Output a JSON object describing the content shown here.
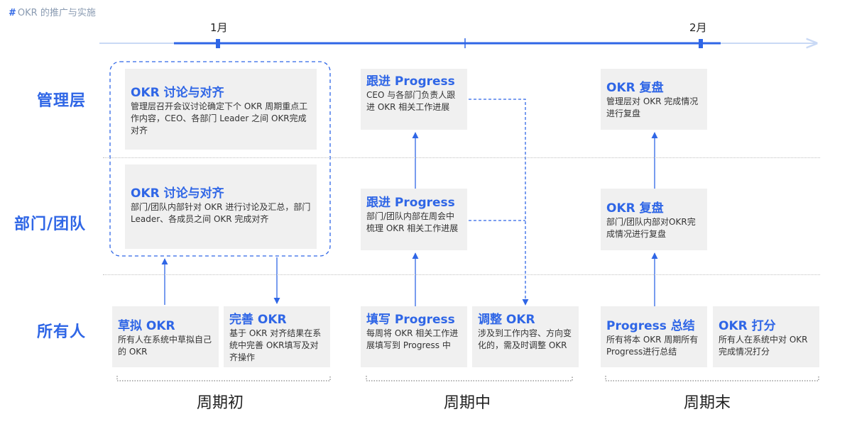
{
  "doc_title": {
    "hash": "#",
    "text": "OKR 的推广与实施"
  },
  "timeline": {
    "months": [
      "1月",
      "2月"
    ]
  },
  "rows": {
    "management": "管理层",
    "dept": "部门/团队",
    "everyone": "所有人"
  },
  "cards": {
    "mgmt_align": {
      "title": "OKR 讨论与对齐",
      "body": "管理层召开会议讨论确定下个 OKR 周期重点工作内容，CEO、各部门 Leader 之间 OKR完成对齐"
    },
    "dept_align": {
      "title": "OKR 讨论与对齐",
      "body": "部门/团队内部针对 OKR 进行讨论及汇总，部门Leader、各成员之间 OKR 完成对齐"
    },
    "draft": {
      "title": "草拟 OKR",
      "body": "所有人在系统中草拟自己的 OKR"
    },
    "refine": {
      "title": "完善 OKR",
      "body": "基于 OKR 对齐结果在系统中完善 OKR填写及对齐操作"
    },
    "mgmt_progress": {
      "title": "跟进 Progress",
      "body": "CEO 与各部门负责人跟进 OKR 相关工作进展"
    },
    "dept_progress": {
      "title": "跟进 Progress",
      "body": "部门/团队内部在周会中梳理 OKR 相关工作进展"
    },
    "fill_progress": {
      "title": "填写 Progress",
      "body": "每周将 OKR 相关工作进展填写到 Progress 中"
    },
    "adjust": {
      "title": "调整 OKR",
      "body": "涉及到工作内容、方向变化的，需及时调整 OKR"
    },
    "mgmt_review": {
      "title": "OKR 复盘",
      "body": "管理层对 OKR 完成情况进行复盘"
    },
    "dept_review": {
      "title": "OKR 复盘",
      "body": "部门/团队内部对OKR完成情况进行复盘"
    },
    "summary": {
      "title": "Progress 总结",
      "body": "所有将本 OKR 周期所有Progress进行总结"
    },
    "score": {
      "title": "OKR 打分",
      "body": "所有人在系统中对 OKR 完成情况打分"
    }
  },
  "phases": {
    "start": "周期初",
    "middle": "周期中",
    "end": "周期末"
  },
  "colors": {
    "accent": "#2f66e6",
    "card_bg": "#f0f0f0",
    "timeline_light": "#c9d9f5"
  }
}
